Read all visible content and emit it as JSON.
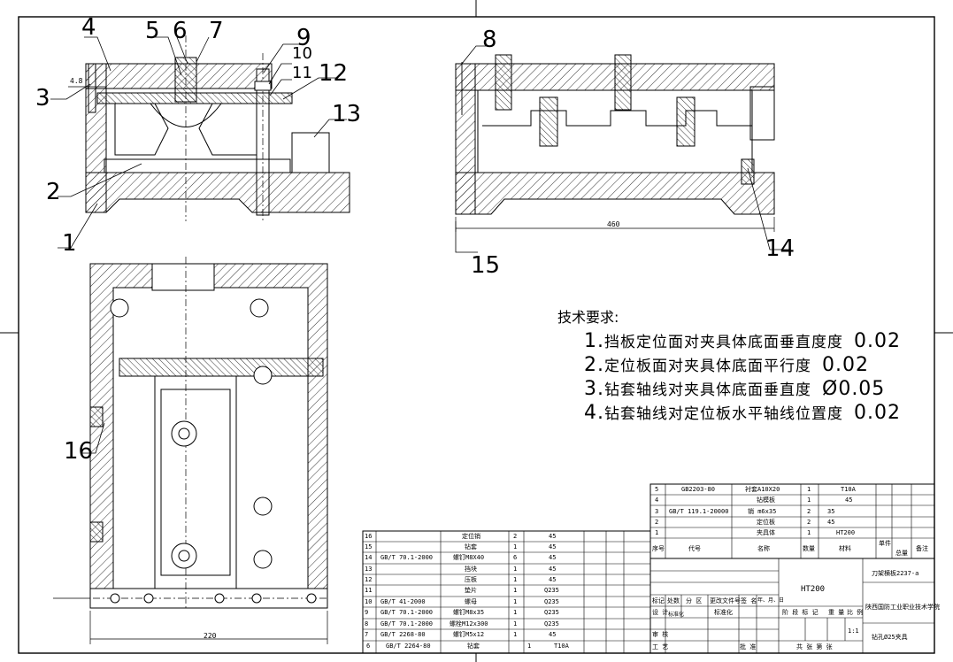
{
  "labels": {
    "n1": "1",
    "n2": "2",
    "n3": "3",
    "n4": "4",
    "n5": "5",
    "n6": "6",
    "n7": "7",
    "n8": "8",
    "n9": "9",
    "n10": "10",
    "n11": "11",
    "n12": "12",
    "n13": "13",
    "n14": "14",
    "n15": "15",
    "n16": "16"
  },
  "dimensions": {
    "d_48": "4.8",
    "d_460": "460",
    "d_220": "220"
  },
  "tech_requirements": {
    "title": "技术要求:",
    "items": [
      {
        "num": "1.",
        "text": "挡板定位面对夹具体底面垂直度度",
        "value": "0.02"
      },
      {
        "num": "2.",
        "text": "定位板面对夹具体底面平行度",
        "value": "0.02"
      },
      {
        "num": "3.",
        "text": "钻套轴线对夹具体底面垂直度",
        "value": "Ø0.05"
      },
      {
        "num": "4.",
        "text": "钻套轴线对定位板水平轴线位置度",
        "value": "0.02"
      }
    ]
  },
  "bom_left": [
    {
      "no": "16",
      "code": "",
      "name": "定位销",
      "qty": "2",
      "mat": "45"
    },
    {
      "no": "15",
      "code": "",
      "name": "钻套",
      "qty": "1",
      "mat": "45"
    },
    {
      "no": "14",
      "code": "GB/T 70.1-2000",
      "name": "螺钉M8X40",
      "qty": "6",
      "mat": "45"
    },
    {
      "no": "13",
      "code": "",
      "name": "挡块",
      "qty": "1",
      "mat": "45"
    },
    {
      "no": "12",
      "code": "",
      "name": "压板",
      "qty": "1",
      "mat": "45"
    },
    {
      "no": "11",
      "code": "",
      "name": "垫片",
      "qty": "1",
      "mat": "Q235"
    },
    {
      "no": "10",
      "code": "GB/T 41-2000",
      "name": "螺母",
      "qty": "1",
      "mat": "Q235"
    },
    {
      "no": "9",
      "code": "GB/T 70.1-2000",
      "name": "螺钉M8x35",
      "qty": "1",
      "mat": "Q235"
    },
    {
      "no": "8",
      "code": "GB/T 70.1-2000",
      "name": "螺栓M12x300",
      "qty": "1",
      "mat": "Q235"
    },
    {
      "no": "7",
      "code": "GB/T 2268-80",
      "name": "螺钉M5x12",
      "qty": "1",
      "mat": "45"
    },
    {
      "no": "6",
      "code": "GB/T 2264-80",
      "name": "钻套",
      "qty": "1",
      "mat": "T10A"
    }
  ],
  "bom_right": [
    {
      "no": "5",
      "code": "GB2203-80",
      "name": "衬套A10X20",
      "qty": "1",
      "mat": "T10A"
    },
    {
      "no": "4",
      "code": "",
      "name": "钻模板",
      "qty": "1",
      "mat": "45"
    },
    {
      "no": "3",
      "code": "GB/T 119.1-20000",
      "name": "销 m6x35",
      "qty": "2",
      "mat": "35"
    },
    {
      "no": "2",
      "code": "",
      "name": "定位板",
      "qty": "2",
      "mat": "45"
    },
    {
      "no": "1",
      "code": "",
      "name": "夹具体",
      "qty": "1",
      "mat": "HT200"
    }
  ],
  "bom_header": {
    "no": "序号",
    "code": "代号",
    "name": "名称",
    "qty": "数量",
    "mat": "材料",
    "single": "单件",
    "total": "总量",
    "note": "备注"
  },
  "title_block": {
    "material": "HT200",
    "drawing_no": "刀架横板2237-a",
    "school": "陕西国防工业职业技术学院",
    "part_name": "钻孔Ø25夹具",
    "scale_label": "比例",
    "scale": "1:1",
    "sign_row": [
      "标记",
      "处数",
      "分 区",
      "更改文件号",
      "签 名",
      "年、月、日"
    ],
    "designer_row": [
      "设 计",
      "标准化",
      "标准化"
    ],
    "stage_row": [
      "阶 段 标 记",
      "重 量",
      "比 例"
    ],
    "review": "审 核",
    "craft": "工 艺",
    "approve": "批 准",
    "sheets": "共  张 第  张"
  }
}
